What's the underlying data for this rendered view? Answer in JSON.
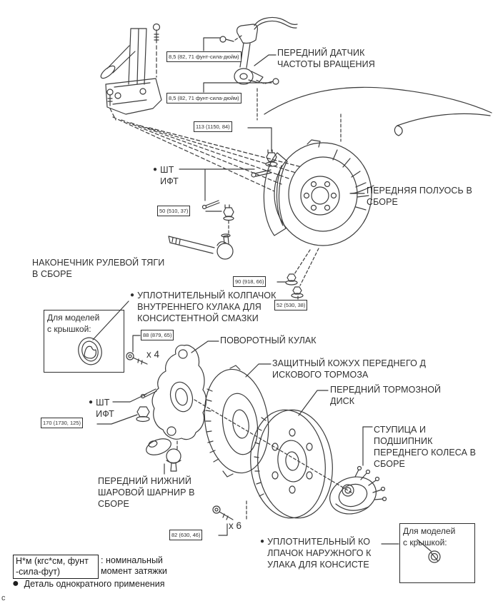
{
  "bullet_char": "●",
  "corner_char": "c",
  "part_labels": {
    "speed_sensor": "ПЕРЕДНИЙ ДАТЧИК\nЧАСТОТЫ ВРАЩЕНИЯ",
    "pin_top": "ШТ\nИФТ",
    "front_axle": "ПЕРЕДНЯЯ ПОЛУОСЬ В\nСБОРЕ",
    "tie_rod_end": "НАКОНЕЧНИК РУЛЕВОЙ ТЯГИ\nВ СБОРЕ",
    "inner_grease_cap": "УПЛОТНИТЕЛЬНЫЙ КОЛПАЧОК\nВНУТРЕННЕГО КУЛАКА ДЛЯ\nКОНСИСТЕНТНОЙ СМАЗКИ",
    "steering_knuckle": "ПОВОРОТНЫЙ КУЛАК",
    "brake_dust_cover": "ЗАЩИТНЫЙ КОЖУХ ПЕРЕДНЕГО Д\nИСКОВОГО ТОРМОЗА",
    "brake_disc": "ПЕРЕДНИЙ ТОРМОЗНОЙ\nДИСК",
    "pin_lower": "ШТ\nИФТ",
    "hub_bearing": "СТУПИЦА И\nПОДШИПНИК\nПЕРЕДНЕГО КОЛЕСА В\nСБОРЕ",
    "lower_ball_joint": "ПЕРЕДНИЙ НИЖНИЙ\nШАРОВОЙ ШАРНИР В\nСБОРЕ",
    "outer_grease_cap": "УПЛОТНИТЕЛЬНЫЙ КО\nЛПАЧОК НАРУЖНОГО К\nУЛАКА ДЛЯ КОНСИСТЕ"
  },
  "torque_specs": {
    "sensor_bolt_upper": "8,5 (82, 71 фунт-сила-дюйм)",
    "sensor_bolt_lower": "8,5 (82, 71 фунт-сила-дюйм)",
    "axle_hub_nut": "113 (1150, 84)",
    "tie_rod_nut": "50 (510, 37)",
    "upper_nut": "90 (918, 66)",
    "lower_nut": "52 (530, 38)",
    "knuckle_bolt_x4": "88 (879, 65)",
    "ball_joint_nut": "170 (1730, 125)",
    "hub_bolt_x6": "82 (630, 46)"
  },
  "multipliers": {
    "x4": "x 4",
    "x6": "x 6"
  },
  "model_note": "Для моделей\nс крышкой:",
  "legend": {
    "unit_box": "Н*м (кгс*см, фунт\n-сила-фут)",
    "unit_meaning": ": номинальный\nмомент затяжки",
    "single_use_note": "Деталь однократного применения"
  }
}
